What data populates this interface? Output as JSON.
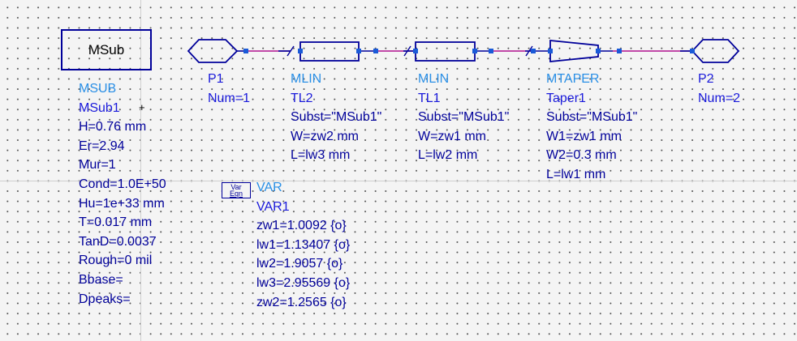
{
  "colors": {
    "component_outline": "#00009a",
    "wire": "#b0108e",
    "pin": "#1a5ad8",
    "type_text": "#2a8fe6",
    "name_text": "#1a1adb",
    "param_text": "#00009a"
  },
  "msub": {
    "symbol_label": "MSub",
    "type": "MSUB",
    "name": "MSub1",
    "params": [
      "H=0.76 mm",
      "Er=2.94",
      "Mur=1",
      "Cond=1.0E+50",
      "Hu=1e+33 mm",
      "T=0.017 mm",
      "TanD=0.0037",
      "Rough=0 mil",
      "Bbase=",
      "Dpeaks="
    ]
  },
  "p1": {
    "name": "P1",
    "params": [
      "Num=1"
    ]
  },
  "tl2": {
    "type": "MLIN",
    "name": "TL2",
    "params": [
      "Subst=\"MSub1\"",
      "W=zw2 mm",
      "L=lw3 mm"
    ]
  },
  "tl1": {
    "type": "MLIN",
    "name": "TL1",
    "params": [
      "Subst=\"MSub1\"",
      "W=zw1 mm",
      "L=lw2 mm"
    ]
  },
  "taper1": {
    "type": "MTAPER",
    "name": "Taper1",
    "params": [
      "Subst=\"MSub1\"",
      "W1=zw1 mm",
      "W2=0.3 mm",
      "L=lw1 mm"
    ]
  },
  "p2": {
    "name": "P2",
    "params": [
      "Num=2"
    ]
  },
  "var1": {
    "icon_line1": "Var",
    "icon_line2": "Eqn",
    "type": "VAR",
    "name": "VAR1",
    "params": [
      "zw1=1.0092 {o}",
      "lw1=1.13407 {o}",
      "lw2=1.9057 {o}",
      "lw3=2.95569 {o}",
      "zw2=1.2565 {o}"
    ]
  }
}
